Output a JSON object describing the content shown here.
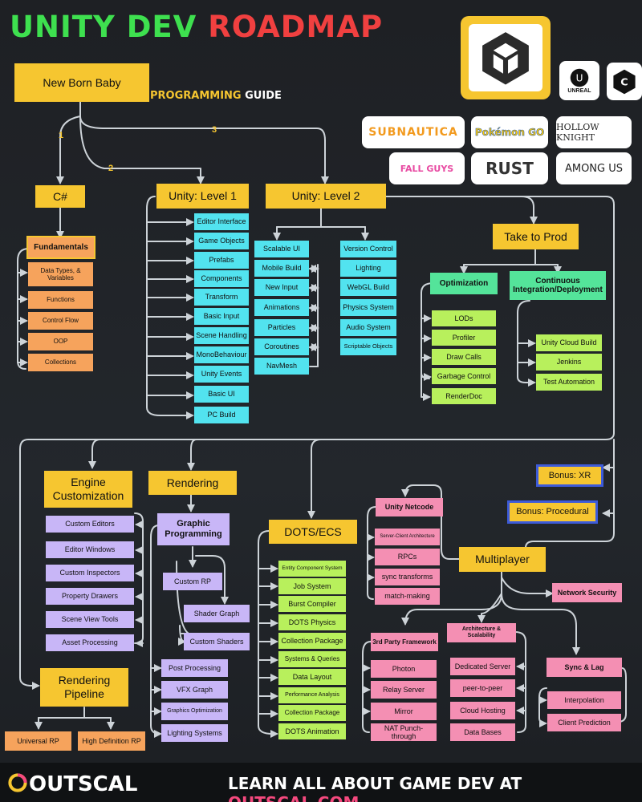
{
  "title": {
    "part1": "UNITY DEV",
    "part2": "ROADMAP"
  },
  "subtitle": {
    "part1": "PROGRAMMING",
    "part2": "GUIDE"
  },
  "root": "New Born Baby",
  "step_numbers": [
    "1",
    "2",
    "3"
  ],
  "csharp": {
    "title": "C#",
    "header": "Fundamentals",
    "items": [
      "Data Types, & Variables",
      "Functions",
      "Control Flow",
      "OOP",
      "Collections"
    ]
  },
  "level1": {
    "title": "Unity: Level 1",
    "items": [
      "Editor Interface",
      "Game Objects",
      "Prefabs",
      "Components",
      "Transform",
      "Basic Input",
      "Scene Handling",
      "MonoBehaviour",
      "Unity Events",
      "Basic UI",
      "PC Build"
    ]
  },
  "level2": {
    "title": "Unity: Level 2",
    "left": [
      "Scalable UI",
      "Mobile Build",
      "New Input",
      "Animations",
      "Particles",
      "Coroutines",
      "NavMesh"
    ],
    "right": [
      "Version Control",
      "Lighting",
      "WebGL Build",
      "Physics System",
      "Audio System",
      "Scriptable Objects"
    ]
  },
  "prod": {
    "title": "Take to Prod",
    "optimization": {
      "header": "Optimization",
      "items": [
        "LODs",
        "Profiler",
        "Draw Calls",
        "Garbage Control",
        "RenderDoc"
      ]
    },
    "cicd": {
      "header": "Continuous Integration/Deployment",
      "items": [
        "Unity Cloud Build",
        "Jenkins",
        "Test Automation"
      ]
    }
  },
  "engine": {
    "title": "Engine Customization",
    "items": [
      "Custom Editors",
      "Editor Windows",
      "Custom Inspectors",
      "Property Drawers",
      "Scene View Tools",
      "Asset Processing"
    ]
  },
  "rendering": {
    "title": "Rendering",
    "header": "Graphic Programming",
    "items": [
      "Custom RP",
      "Shader Graph",
      "Custom Shaders",
      "Post Processing",
      "VFX Graph",
      "Graphics Optimization",
      "Lighting Systems"
    ]
  },
  "pipeline": {
    "title": "Rendering Pipeline",
    "items": [
      "Universal RP",
      "High Definition RP"
    ]
  },
  "dots": {
    "title": "DOTS/ECS",
    "items": [
      "Entity Component System",
      "Job System",
      "Burst Compiler",
      "DOTS Physics",
      "Collection Package",
      "Systems & Queries",
      "Data Layout",
      "Performance Analysis",
      "Collection Package",
      "DOTS Animation"
    ]
  },
  "bonus": [
    "Bonus: XR",
    "Bonus: Procedural"
  ],
  "multiplayer": {
    "title": "Multiplayer",
    "netcode": {
      "header": "Unity Netcode",
      "items": [
        "Server-Client Architecture",
        "RPCs",
        "sync transforms",
        "match-making"
      ]
    },
    "security": "Network Security",
    "third_party": {
      "header": "3rd Party Framework",
      "items": [
        "Photon",
        "Relay Server",
        "Mirror",
        "NAT Punch-through"
      ]
    },
    "architecture": {
      "header": "Architecture & Scalability",
      "items": [
        "Dedicated Server",
        "peer-to-peer",
        "Cloud Hosting",
        "Data Bases"
      ]
    },
    "sync": {
      "header": "Sync & Lag",
      "items": [
        "Interpolation",
        "Client Prediction"
      ]
    }
  },
  "logos": {
    "unreal": "UNREAL",
    "games": [
      "SUBNAUTICA",
      "Pokémon GO",
      "HOLLOW KNIGHT",
      "FALL GUYS",
      "RUST",
      "AMONG US"
    ]
  },
  "footer": {
    "brand": "OUTSCAL",
    "cta_part1": "LEARN ALL ABOUT GAME DEV AT",
    "cta_part2": "OUTSCAL.COM"
  },
  "colors": {
    "yellow": "#f6c630",
    "green_title": "#3ee04f",
    "red_title": "#f04040",
    "cyan": "#52e3ef",
    "lime": "#b8f05c",
    "orange": "#f6a35c",
    "pink": "#f48fb3",
    "purple": "#c8b6f7",
    "footer_pink": "#f5497e",
    "connector": "#cdd3d8"
  }
}
